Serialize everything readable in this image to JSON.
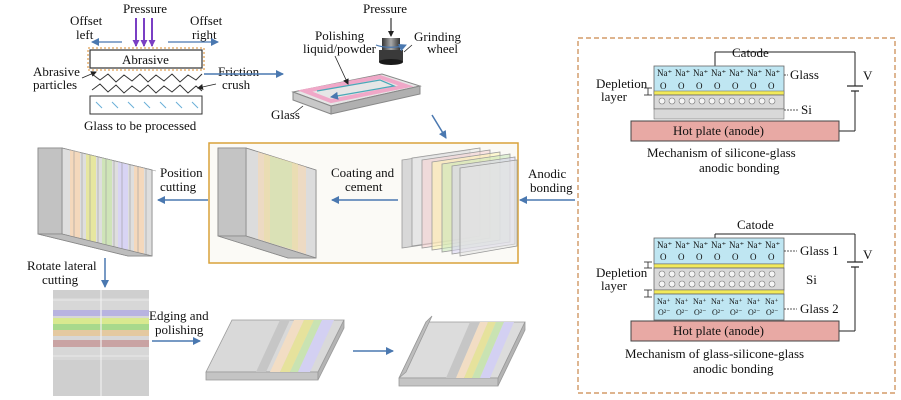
{
  "grinding": {
    "pressure": "Pressure",
    "offset_left": [
      "Offset",
      "left"
    ],
    "offset_right": [
      "Offset",
      "right"
    ],
    "abrasive": "Abrasive",
    "abrasive_particles": [
      "Abrasive",
      "particles"
    ],
    "friction_crush": [
      "Friction",
      "crush"
    ],
    "glass_to_be_processed": "Glass to be processed"
  },
  "polishing": {
    "pressure": "Pressure",
    "polishing_liquid": [
      "Polishing",
      "liquid/powder"
    ],
    "grinding_wheel": [
      "Grinding",
      "wheel"
    ],
    "glass": "Glass"
  },
  "process": {
    "position_cutting": [
      "Position",
      "cutting"
    ],
    "coating_and_cement": [
      "Coating and",
      "cement"
    ],
    "anodic_bonding": [
      "Anodic",
      "bonding"
    ],
    "rotate_lateral_cutting": [
      "Rotate lateral",
      "cutting"
    ],
    "edging_and_polishing": [
      "Edging and",
      "polishing"
    ]
  },
  "mechanism1": {
    "catode": "Catode",
    "glass": "Glass",
    "v": "V",
    "depletion_layer": [
      "Depletion",
      "layer"
    ],
    "si": "Si",
    "hot_plate": "Hot plate (anode)",
    "caption": [
      "Mechanism of silicone-glass",
      "anodic bonding"
    ],
    "na_row": [
      "Na⁺",
      "Na⁺",
      "Na⁺",
      "Na⁺",
      "Na⁺",
      "Na⁺",
      "Na⁺"
    ],
    "o_row": [
      "O",
      "O",
      "O",
      "O",
      "O",
      "O",
      "O"
    ]
  },
  "mechanism2": {
    "catode": "Catode",
    "glass1": "Glass 1",
    "glass2": "Glass 2",
    "v": "V",
    "depletion_layer": [
      "Depletion",
      "layer"
    ],
    "si": "Si",
    "hot_plate": "Hot plate (anode)",
    "caption": [
      "Mechanism of glass-silicone-glass",
      "anodic bonding"
    ],
    "na_row": [
      "Na⁺",
      "Na⁺",
      "Na⁺",
      "Na⁺",
      "Na⁺",
      "Na⁺",
      "Na⁺"
    ],
    "o_row": [
      "O",
      "O",
      "O",
      "O",
      "O",
      "O",
      "O"
    ],
    "na_row2": [
      "Na⁺",
      "Na⁺",
      "Na⁺",
      "Na⁺",
      "Na⁺",
      "Na⁺",
      "Na⁺"
    ],
    "o_row2": [
      "O²⁻",
      "O²⁻",
      "O²⁻",
      "O²⁻",
      "O²⁻",
      "O²⁻",
      "O²⁻"
    ]
  },
  "colors": {
    "arrow": "#4a78b0",
    "frame_orange": "#d9a23a",
    "dashed_orange": "#c9874a",
    "glass_blue": "#bfe6f2",
    "hot_plate": "#e8a9a4",
    "bond_yellow": "#f2ea5a",
    "si_grey": "#d9d9d9",
    "pressure_purple": "#7a3fc4",
    "polish_pink": "#f0a8c8"
  }
}
